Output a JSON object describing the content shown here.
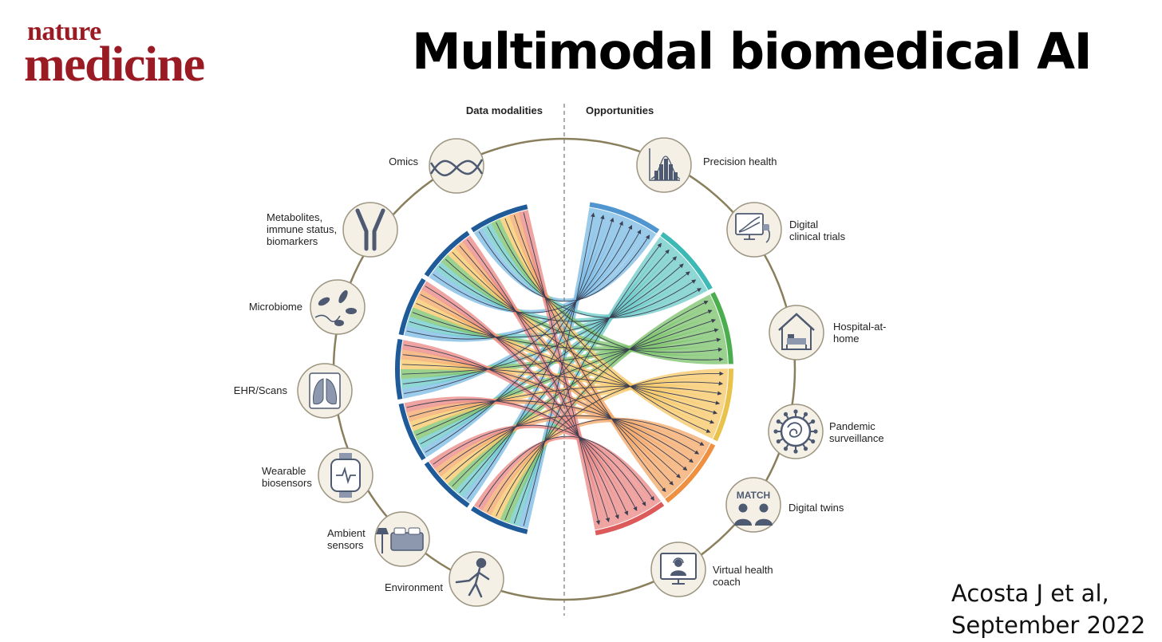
{
  "logo": {
    "line1": "nature",
    "line2": "medicine",
    "color": "#9b1b24"
  },
  "title": "Multimodal biomedical AI",
  "citation": {
    "line1": "Acosta J et al,",
    "line2": "September 2022"
  },
  "headers": {
    "left": "Data modalities",
    "right": "Opportunities"
  },
  "modalities": [
    {
      "label_lines": [
        "Omics"
      ],
      "icon": "dna-icon"
    },
    {
      "label_lines": [
        "Metabolites,",
        "immune status,",
        "biomarkers"
      ],
      "icon": "antibody-icon"
    },
    {
      "label_lines": [
        "Microbiome"
      ],
      "icon": "bacteria-icon"
    },
    {
      "label_lines": [
        "EHR/Scans"
      ],
      "icon": "lungs-scan-icon"
    },
    {
      "label_lines": [
        "Wearable",
        "biosensors"
      ],
      "icon": "smartwatch-icon"
    },
    {
      "label_lines": [
        "Ambient",
        "sensors"
      ],
      "icon": "bed-lamp-icon"
    },
    {
      "label_lines": [
        "Environment"
      ],
      "icon": "person-smoking-icon"
    }
  ],
  "opportunities": [
    {
      "label_lines": [
        "Precision health"
      ],
      "icon": "histogram-icon"
    },
    {
      "label_lines": [
        "Digital",
        "clinical trials"
      ],
      "icon": "monitor-chart-icon"
    },
    {
      "label_lines": [
        "Hospital-at-",
        "home"
      ],
      "icon": "house-bed-icon"
    },
    {
      "label_lines": [
        "Pandemic",
        "surveillance"
      ],
      "icon": "virus-icon"
    },
    {
      "label_lines": [
        "Digital twins"
      ],
      "icon": "twins-icon",
      "icon_text": "MATCH"
    },
    {
      "label_lines": [
        "Virtual health",
        "coach"
      ],
      "icon": "monitor-coach-icon"
    }
  ],
  "colors": {
    "ring": "#8a7f5d",
    "modality_arc": "#1f5a99",
    "ribbons": [
      "#7dbde6",
      "#6fccc9",
      "#7fc46e",
      "#f7c96a",
      "#f5a96a",
      "#ea8a88"
    ],
    "opportunity_arcs": [
      "#4f95cf",
      "#3cb9b5",
      "#4aae4f",
      "#e8c24a",
      "#ee9040",
      "#dd5a5a"
    ],
    "icon_stroke": "#4e5a72",
    "icon_fill": "#f4f0e6"
  }
}
